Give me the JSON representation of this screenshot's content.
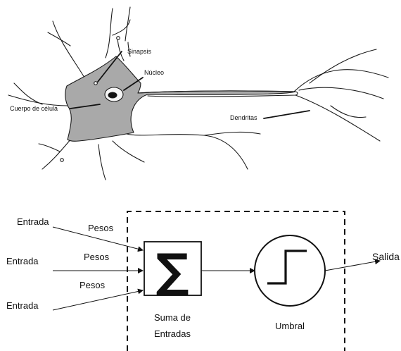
{
  "neuron": {
    "labels": {
      "synapse": "Sinapsis",
      "nucleus": "Núcleo",
      "cell_body": "Cuerpo de célula",
      "dendrites": "Dendritas"
    },
    "colors": {
      "soma_fill": "#a9a9a9",
      "outline": "#1a1a1a"
    }
  },
  "perceptron": {
    "inputs": [
      "Entrada",
      "Entrada",
      "Entrada"
    ],
    "weights": [
      "Pesos",
      "Pesos",
      "Pesos"
    ],
    "sum_symbol": "∑",
    "sum_label_line1": "Suma de",
    "sum_label_line2": "Entradas",
    "threshold_label": "Umbral",
    "output": "Salida",
    "colors": {
      "stroke": "#111111",
      "box_fill": "#ffffff"
    }
  }
}
